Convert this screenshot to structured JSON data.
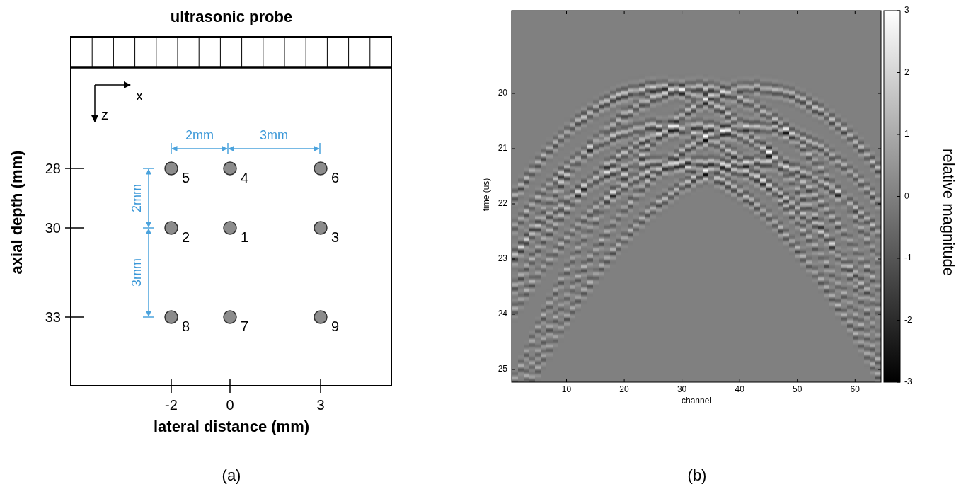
{
  "diagram": {
    "labels": [
      "ultrasonic probe",
      "x",
      "z",
      "2mm",
      "3mm",
      "2mm",
      "3mm",
      "axial depth (mm)",
      "28",
      "30",
      "33",
      "5",
      "4",
      "6",
      "2",
      "1",
      "3",
      "8",
      "7",
      "9",
      "-2",
      "0",
      "3",
      "lateral distance (mm)",
      "(a)",
      "20",
      "21",
      "22",
      "23",
      "24",
      "25",
      "time (us)",
      "10",
      "20",
      "30",
      "40",
      "50",
      "60",
      "channel",
      "3",
      "2",
      "1",
      "0",
      "-1",
      "-2",
      "-3",
      "relative magnitude",
      "(b)"
    ]
  }
}
